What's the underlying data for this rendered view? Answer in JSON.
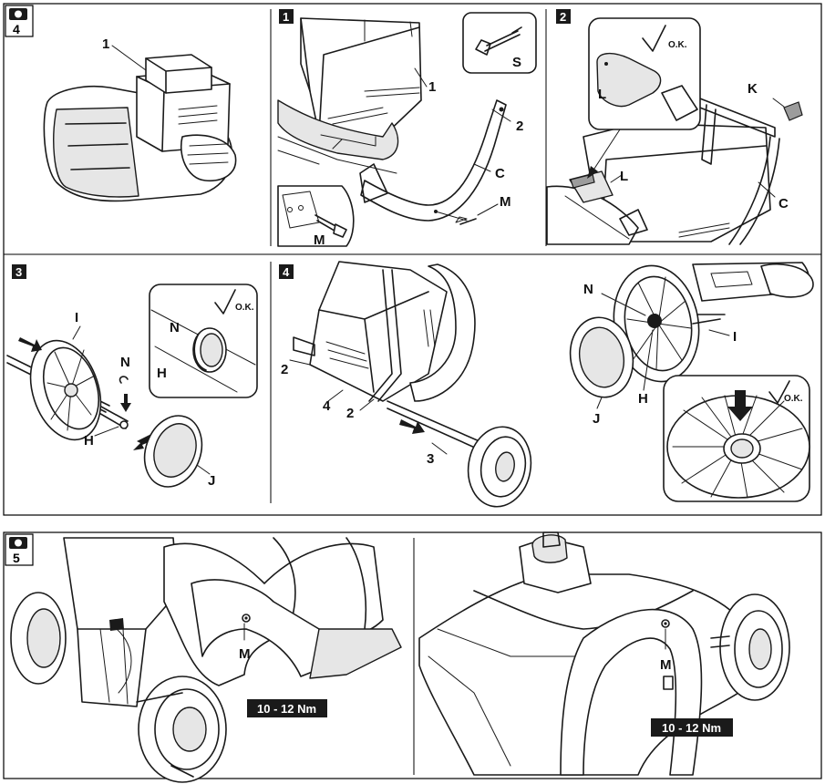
{
  "figure4": {
    "number": "4",
    "panel_overview": {
      "label_1": "1"
    },
    "step1": {
      "badge": "1",
      "label_1": "1",
      "label_2": "2",
      "label_s": "S",
      "label_c": "C",
      "label_m_detail": "M",
      "label_m": "M"
    },
    "step2": {
      "badge": "2",
      "ok": "O.K.",
      "label_l_detail": "L",
      "label_l": "L",
      "label_k": "K",
      "label_c": "C"
    },
    "step3": {
      "badge": "3",
      "ok": "O.K.",
      "label_i": "I",
      "label_n": "N",
      "label_n_detail": "N",
      "label_h_detail": "H",
      "label_h": "H",
      "label_j": "J"
    },
    "step4": {
      "badge": "4",
      "label_2_left": "2",
      "label_4": "4",
      "label_2_bottom": "2",
      "label_3": "3"
    },
    "step5": {
      "ok": "O.K.",
      "label_n": "N",
      "label_i": "I",
      "label_j": "J",
      "label_h": "H"
    }
  },
  "figure5": {
    "number": "5",
    "left": {
      "label_m": "M",
      "torque": "10 - 12 Nm"
    },
    "right": {
      "label_m": "M",
      "torque": "10 - 12 Nm"
    }
  },
  "colors": {
    "line": "#1a1a1a",
    "fill_grey": "#e6e6e6",
    "fill_dark": "#9c9c9c",
    "badge": "#000000"
  }
}
